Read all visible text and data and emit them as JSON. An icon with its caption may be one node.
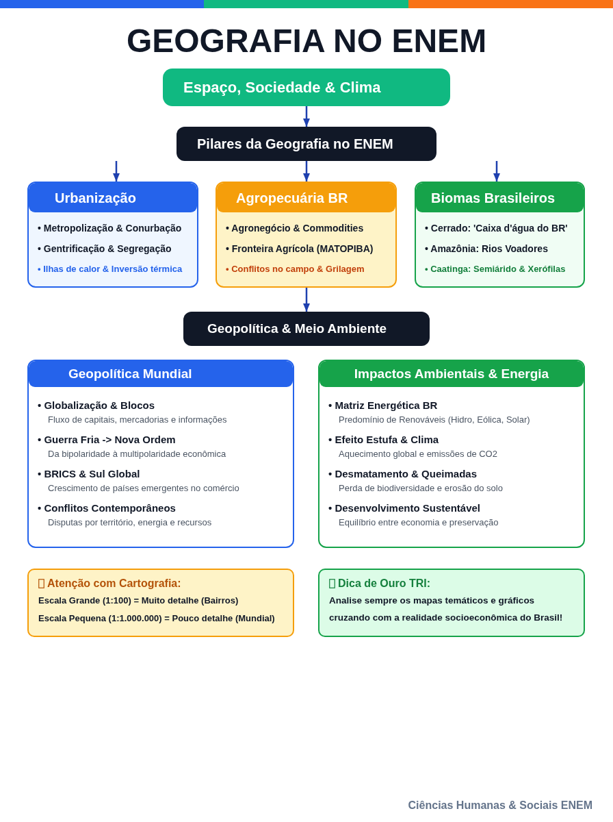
{
  "diagram": {
    "title": "GEOGRAFIA NO ENEM",
    "nodes": [
      {
        "text": [
          "Espaço, Sociedade & Clima"
        ]
      },
      {
        "text": [
          "Pilares da Geografia no ENEM"
        ]
      },
      {
        "text": [
          "Urbanização",
          "• Metropolização & Conurbação",
          "• Gentrificação & Segregação",
          "• Ilhas de calor & Inversão térmica"
        ]
      },
      {
        "text": [
          "Agropecuária BR",
          "• Agronegócio & Commodities",
          "• Fronteira Agrícola (MATOPIBA)",
          "• Conflitos no campo & Grilagem"
        ]
      },
      {
        "text": [
          "Biomas Brasileiros",
          "• Cerrado: 'Caixa d'água do BR'",
          "• Amazônia: Rios Voadores",
          "• Caatinga: Semiárido & Xerófilas"
        ]
      },
      {
        "text": [
          "Geopolítica & Meio Ambiente"
        ]
      },
      {
        "text": [
          "Geopolítica Mundial",
          "• Globalização & Blocos",
          "Fluxo de capitais, mercadorias e informações",
          "• Guerra Fria -> Nova Ordem",
          "Da bipolaridade à multipolaridade econômica",
          "• BRICS & Sul Global",
          "Crescimento de países emergentes no comércio",
          "• Conflitos Contemporâneos",
          "Disputas por território, energia e recursos"
        ]
      },
      {
        "text": [
          "Impactos Ambientais & Energia",
          "• Matriz Energética BR",
          "Predomínio de Renováveis (Hidro, Eólica, Solar)",
          "• Efeito Estufa & Clima",
          "Aquecimento global e emissões de CO2",
          "• Desmatamento & Queimadas",
          "Perda de biodiversidade e erosão do solo",
          "• Desenvolvimento Sustentável",
          "Equilíbrio entre economia e preservação"
        ]
      },
      {
        "text": [
          "Atenção com Cartografia:",
          "Escala Grande (1:100) = Muito detalhe (Bairros)",
          "Escala Pequena (1:1.000.000) = Pouco detalhe (Mundial)"
        ]
      },
      {
        "text": [
          "Dica de Ouro TRI:",
          "Analise sempre os mapas temáticos e gráficos cruzando com a realidade socioeconômica do Brasil!"
        ]
      }
    ],
    "edges": [
      {
        "from": 0,
        "to": 1,
        "arrow": "to"
      },
      {
        "from": null,
        "to": 2,
        "arrow": "to"
      },
      {
        "from": 1,
        "to": 3,
        "arrow": "to"
      },
      {
        "from": null,
        "to": 4,
        "arrow": "to"
      },
      {
        "from": 3,
        "to": 5,
        "arrow": "to"
      }
    ],
    "labels": [
      "Ciências Humanas & Sociais ENEM"
    ]
  }
}
